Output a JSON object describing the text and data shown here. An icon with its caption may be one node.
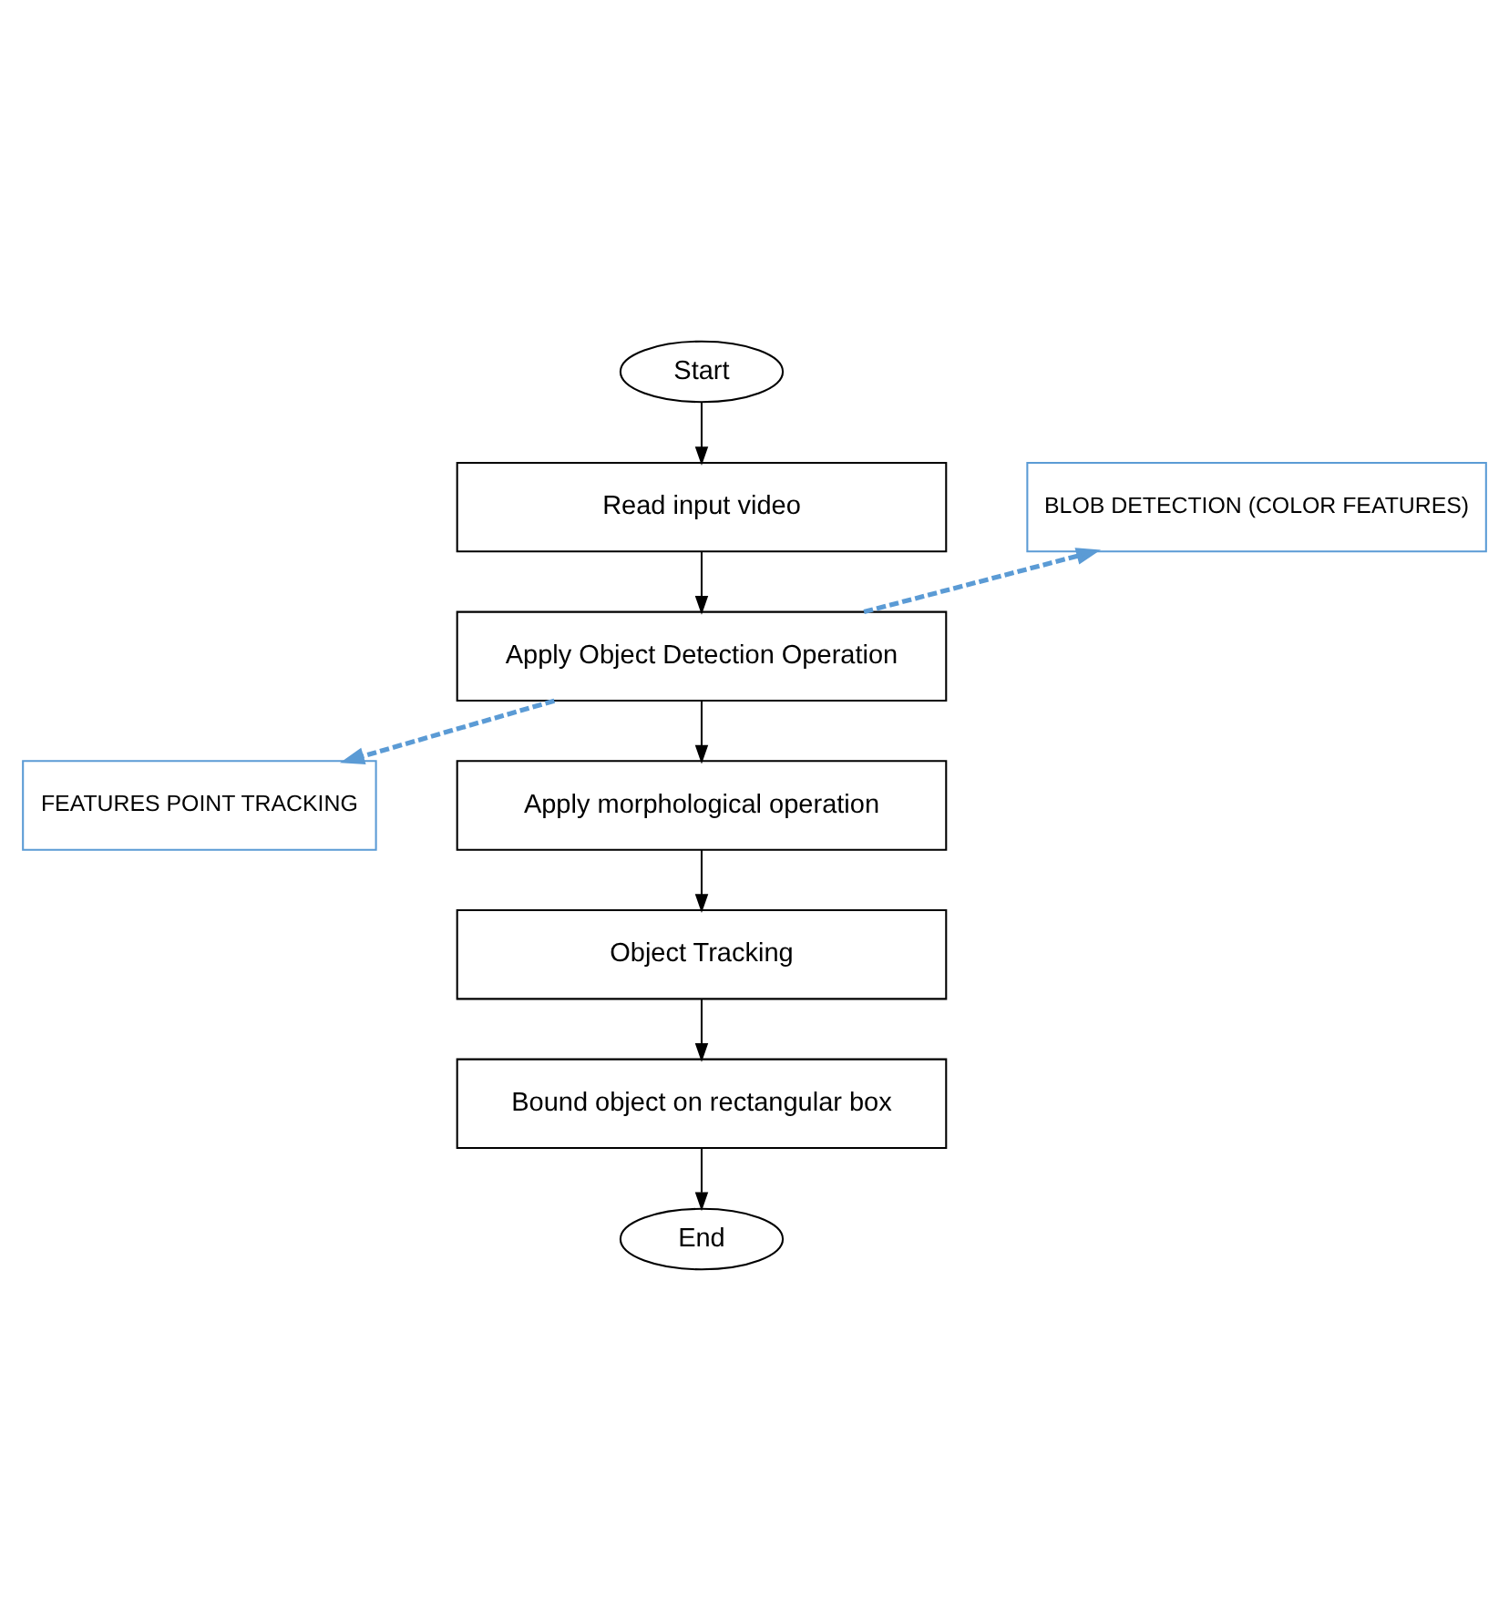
{
  "diagram": {
    "nodes": [
      {
        "text": [
          "Start"
        ]
      },
      {
        "text": [
          "Read input video"
        ]
      },
      {
        "text": [
          "Apply Object Detection Operation"
        ]
      },
      {
        "text": [
          "BLOB DETECTION (COLOR FEATURES)"
        ]
      },
      {
        "text": [
          "FEATURES POINT TRACKING"
        ]
      },
      {
        "text": [
          "Apply morphological operation"
        ]
      },
      {
        "text": [
          "Object Tracking"
        ]
      },
      {
        "text": [
          "Bound object on rectangular box"
        ]
      },
      {
        "text": [
          "End"
        ]
      }
    ],
    "edges": [
      {
        "from": 0,
        "to": 1,
        "arrow": "to"
      },
      {
        "from": 1,
        "to": 2,
        "arrow": "to"
      },
      {
        "from": 2,
        "to": 3,
        "arrow": "to",
        "style": "dashed",
        "color": "#5b9bd5"
      },
      {
        "from": 2,
        "to": 4,
        "arrow": "to",
        "style": "dashed",
        "color": "#5b9bd5"
      },
      {
        "from": 2,
        "to": 5,
        "arrow": "to"
      },
      {
        "from": 5,
        "to": 6,
        "arrow": "to"
      },
      {
        "from": 6,
        "to": 7,
        "arrow": "to"
      },
      {
        "from": 7,
        "to": 8,
        "arrow": "to"
      }
    ]
  }
}
